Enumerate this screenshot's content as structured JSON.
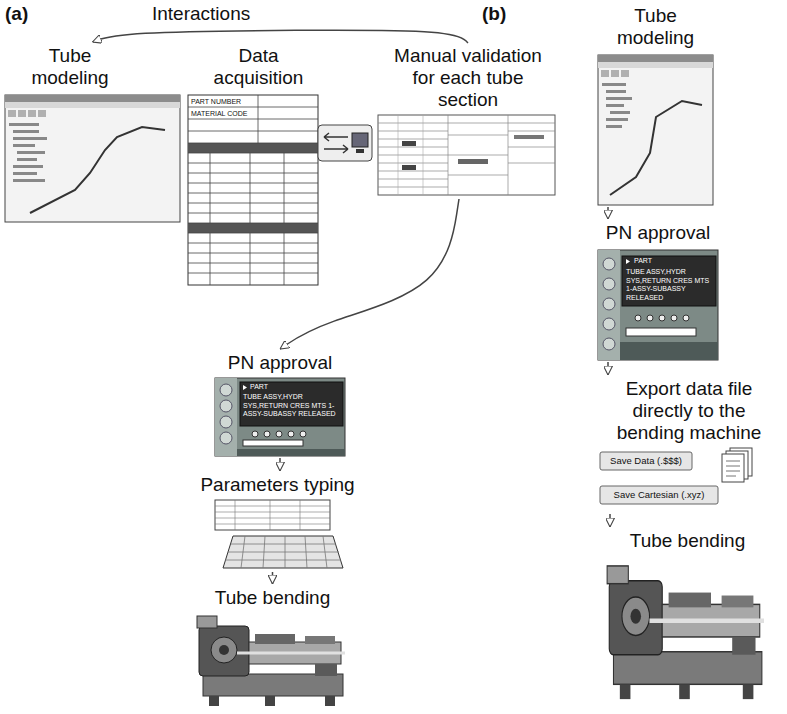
{
  "diagram": {
    "nodes": [
      {
        "text": [
          "Tube modeling"
        ]
      },
      {
        "text": [
          "Data acquisition"
        ]
      },
      {
        "text": [
          "Manual validation for each tube section"
        ]
      },
      {
        "text": [
          "PN approval"
        ]
      },
      {
        "text": [
          "Parameters typing"
        ]
      },
      {
        "text": [
          "Tube bending"
        ]
      },
      {
        "text": [
          "Tube modeling"
        ]
      },
      {
        "text": [
          "PN approval"
        ]
      },
      {
        "text": [
          "Export data file directly to the bending machine"
        ]
      },
      {
        "text": [
          "Tube bending"
        ]
      }
    ],
    "edges": [
      {
        "from": 2,
        "to": 0,
        "arrow": "to",
        "label": "Interactions"
      },
      {
        "from": 2,
        "to": 3,
        "arrow": "to"
      },
      {
        "from": 3,
        "to": 4,
        "arrow": "to"
      },
      {
        "from": 4,
        "to": 5,
        "arrow": "to"
      },
      {
        "from": 6,
        "to": 7,
        "arrow": "to"
      },
      {
        "from": 7,
        "to": 8,
        "arrow": "to"
      },
      {
        "from": 8,
        "to": 9,
        "arrow": "to"
      }
    ],
    "labels": [
      "(a)",
      "(b)",
      "PART NUMBER",
      "MATERIAL CODE",
      "PART",
      "TUBE ASSY,HYDR SYS,RETURN CRES MTS 1-ASSY-SUBASSY RELEASED",
      "PART",
      "TUBE ASSY,HYDR SYS,RETURN CRES MTS 1-ASSY-SUBASSY RELEASED",
      "Save Data (.$$$)",
      "Save Cartesian (.xyz)"
    ]
  }
}
